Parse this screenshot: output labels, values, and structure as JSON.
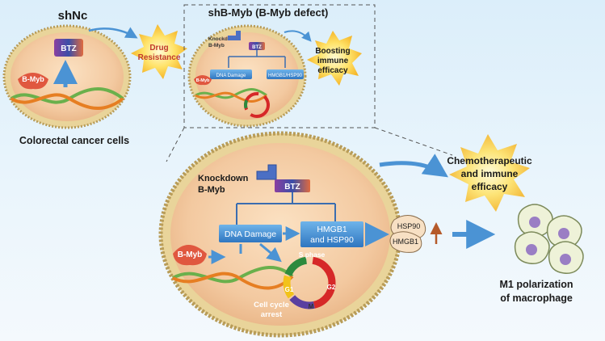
{
  "panels": {
    "control": {
      "title": "shNc",
      "caption": "Colorectal cancer cells",
      "drug": "BTZ",
      "gene": "B-Myb"
    },
    "defect": {
      "title": "shB-Myb (B-Myb defect)",
      "knockdown": "Knockdown\nB-Myb",
      "gene": "B-Myb",
      "drug": "BTZ",
      "dna_damage": "DNA Damage",
      "hmgb1": "HMGB1/HSP90"
    },
    "detail": {
      "knockdown": "Knockdown\nB-Myb",
      "drug": "BTZ",
      "gene": "B-Myb",
      "dna_damage": "DNA Damage",
      "hmgb1": "HMGB1\nand HSP90",
      "s_phase": "S phase",
      "g1": "G1",
      "m": "M",
      "g2": "G2",
      "arrest": "Cell cycle\narrest"
    }
  },
  "bursts": {
    "drug_resistance": "Drug\nResistance",
    "immune_efficacy": "Boosting\nimmune\nefficacy",
    "chemo": "Chemotherapeutic\nand immune\nefficacy"
  },
  "released": {
    "hsp90": "HSP90",
    "hmgb1": "HMGB1"
  },
  "macrophage_caption": "M1 polarization\nof macrophage",
  "colors": {
    "membrane": "#c9b07a",
    "cytoplasm": "#f3c9a0",
    "drug": "#3b4ea8",
    "gene": "#e0573f",
    "arrow": "#4b93d4"
  }
}
